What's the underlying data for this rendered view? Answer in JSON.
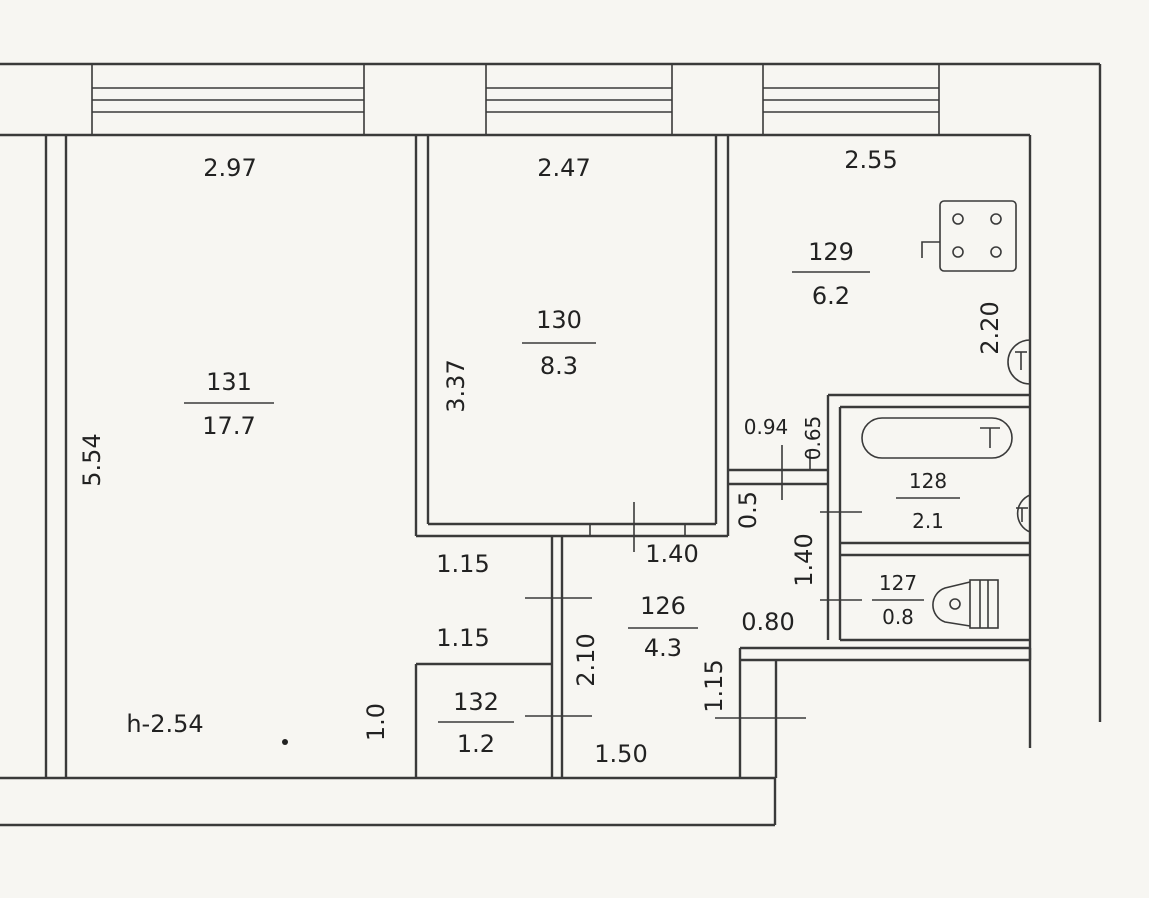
{
  "plan": {
    "ceiling_height": "h-2.54",
    "rooms": [
      {
        "id": "room-131",
        "number": "131",
        "area": "17.7"
      },
      {
        "id": "room-130",
        "number": "130",
        "area": "8.3"
      },
      {
        "id": "room-129",
        "number": "129",
        "area": "6.2"
      },
      {
        "id": "room-128",
        "number": "128",
        "area": "2.1"
      },
      {
        "id": "room-127",
        "number": "127",
        "area": "0.8"
      },
      {
        "id": "room-126",
        "number": "126",
        "area": "4.3"
      },
      {
        "id": "room-132",
        "number": "132",
        "area": "1.2"
      }
    ],
    "dimensions": {
      "top_131": "2.97",
      "top_130": "2.47",
      "top_129": "2.55",
      "side_131": "5.54",
      "side_130": "3.37",
      "side_129": "2.20",
      "d_094": "0.94",
      "d_065": "0.65",
      "d_05": "0.5",
      "d_140a": "1.40",
      "d_140b": "1.40",
      "d_115a": "1.15",
      "d_115b": "1.15",
      "d_115c": "1.15",
      "d_210": "2.10",
      "d_080": "0.80",
      "d_150": "1.50",
      "d_10": "1.0"
    }
  }
}
